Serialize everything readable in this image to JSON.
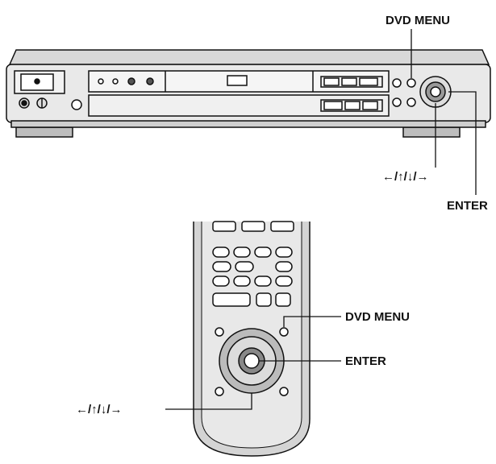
{
  "labels": {
    "player_dvd_menu": "DVD MENU",
    "player_arrows": "←/↑/↓/→",
    "player_enter": "ENTER",
    "remote_dvd_menu": "DVD MENU",
    "remote_enter": "ENTER",
    "remote_arrows": "←/↑/↓/→"
  },
  "colors": {
    "stroke": "#111111",
    "body": "#e6e6e6",
    "dark": "#4a4a4a"
  }
}
